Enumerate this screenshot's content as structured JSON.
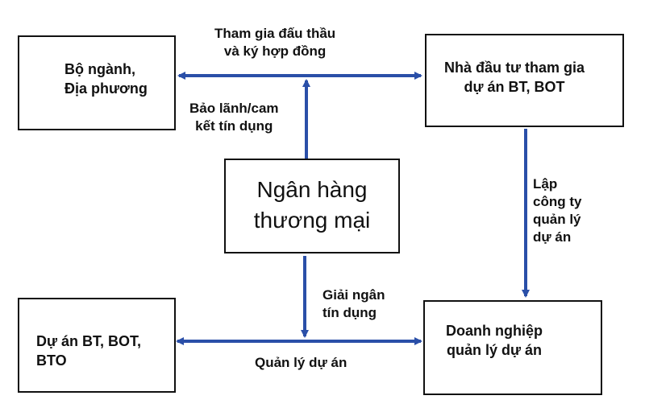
{
  "nodes": {
    "bo_nganh": "Bộ ngành,\nĐịa phương",
    "nha_dau_tu": "Nhà đầu tư tham gia\ndự án BT, BOT",
    "ngan_hang": "Ngân hàng\nthương mại",
    "du_an": "Dự án BT, BOT,\nBTO",
    "doanh_nghiep": "Doanh nghiệp\nquản lý dự án"
  },
  "edges": {
    "tham_gia": "Tham gia đấu thầu\nvà ký hợp đồng",
    "bao_lanh": "Bảo lãnh/cam\nkết tín dụng",
    "lap_cong_ty": "Lập\ncông ty\nquản lý\ndự án",
    "giai_ngan": "Giải ngân\ntín dụng",
    "quan_ly": "Quản lý dự án"
  },
  "colors": {
    "arrow": "#2a4fa8",
    "border": "#111111"
  }
}
